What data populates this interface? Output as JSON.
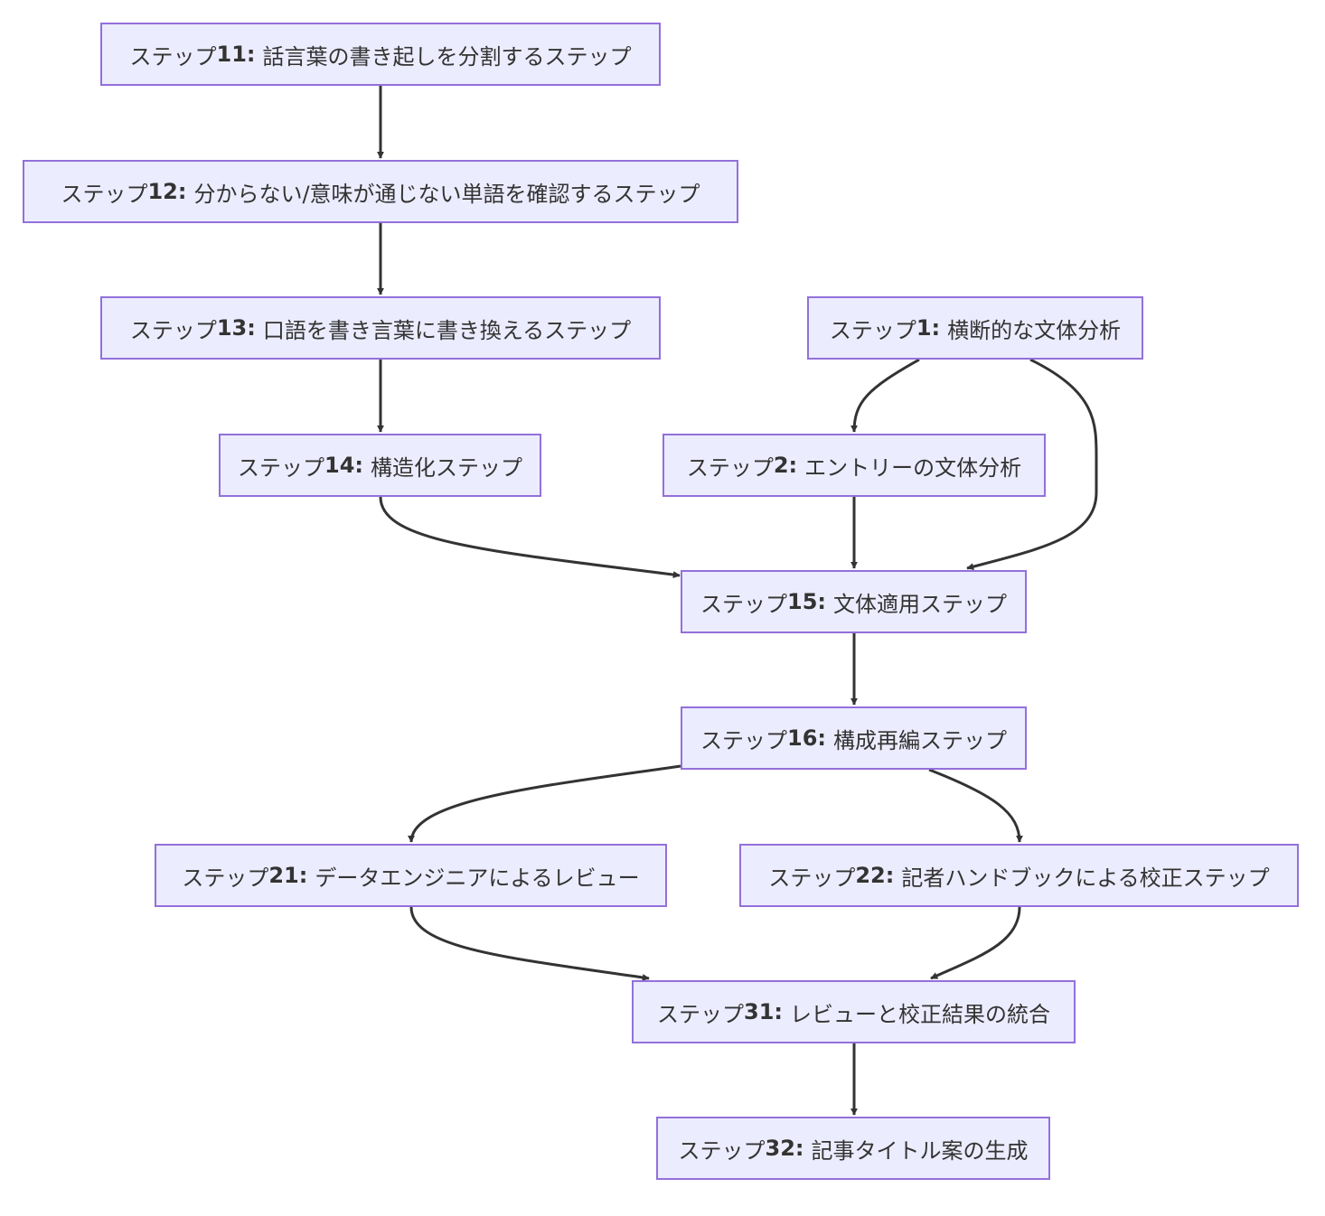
{
  "colors": {
    "node_fill": "#ECECFF",
    "node_border": "#9370DB",
    "edge": "#333333",
    "text": "#333333",
    "background": "#FFFFFF"
  },
  "nodes": {
    "s11": {
      "prefix": "ステップ",
      "num": "11:",
      "text": "話言葉の書き起しを分割するステップ"
    },
    "s12": {
      "prefix": "ステップ",
      "num": "12:",
      "text": "分からない/意味が通じない単語を確認するステップ"
    },
    "s13": {
      "prefix": "ステップ",
      "num": "13:",
      "text": "口語を書き言葉に書き換えるステップ"
    },
    "s1": {
      "prefix": "ステップ",
      "num": "1:",
      "text": "横断的な文体分析"
    },
    "s14": {
      "prefix": "ステップ",
      "num": "14:",
      "text": "構造化ステップ"
    },
    "s2": {
      "prefix": "ステップ",
      "num": "2:",
      "text": "エントリーの文体分析"
    },
    "s15": {
      "prefix": "ステップ",
      "num": "15:",
      "text": "文体適用ステップ"
    },
    "s16": {
      "prefix": "ステップ",
      "num": "16:",
      "text": "構成再編ステップ"
    },
    "s21": {
      "prefix": "ステップ",
      "num": "21:",
      "text": "データエンジニアによるレビュー"
    },
    "s22": {
      "prefix": "ステップ",
      "num": "22:",
      "text": "記者ハンドブックによる校正ステップ"
    },
    "s31": {
      "prefix": "ステップ",
      "num": "31:",
      "text": "レビューと校正結果の統合"
    },
    "s32": {
      "prefix": "ステップ",
      "num": "32:",
      "text": "記事タイトル案の生成"
    }
  },
  "edges": [
    {
      "from": "s11",
      "to": "s12"
    },
    {
      "from": "s12",
      "to": "s13"
    },
    {
      "from": "s13",
      "to": "s14"
    },
    {
      "from": "s1",
      "to": "s2"
    },
    {
      "from": "s1",
      "to": "s15"
    },
    {
      "from": "s14",
      "to": "s15"
    },
    {
      "from": "s2",
      "to": "s15"
    },
    {
      "from": "s15",
      "to": "s16"
    },
    {
      "from": "s16",
      "to": "s21"
    },
    {
      "from": "s16",
      "to": "s22"
    },
    {
      "from": "s21",
      "to": "s31"
    },
    {
      "from": "s22",
      "to": "s31"
    },
    {
      "from": "s31",
      "to": "s32"
    }
  ]
}
